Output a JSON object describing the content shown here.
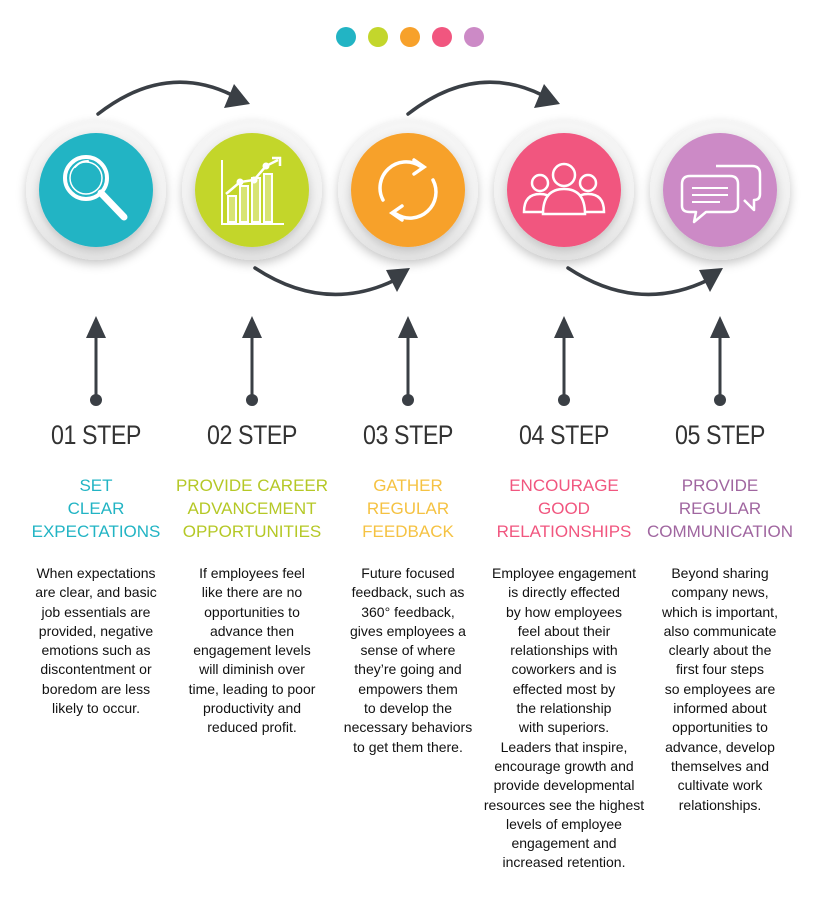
{
  "colors": {
    "teal": "#22b4c4",
    "lime": "#c3d62c",
    "orange": "#f7a12b",
    "pink": "#f1567f",
    "purple": "#cc8ac6",
    "arrow": "#3a3f45"
  },
  "dots": [
    "#22b4c4",
    "#c3d62c",
    "#f7a12b",
    "#f1567f",
    "#cc8ac6"
  ],
  "steps": [
    {
      "label": "01 STEP",
      "icon": "magnifier-icon",
      "title_lines": [
        "SET",
        "CLEAR",
        "EXPECTATIONS"
      ],
      "desc_lines": [
        "When expectations",
        "are clear, and basic",
        "job essentials are",
        "provided, negative",
        "emotions such as",
        "discontentment or",
        "boredom are less",
        "likely to occur."
      ]
    },
    {
      "label": "02 STEP",
      "icon": "bar-chart-icon",
      "title_lines": [
        "PROVIDE CAREER",
        "ADVANCEMENT",
        "OPPORTUNITIES"
      ],
      "desc_lines": [
        "If employees feel",
        "like there are no",
        "opportunities to",
        "advance then",
        "engagement levels",
        "will diminish over",
        "time, leading to poor",
        "productivity and",
        "reduced profit."
      ]
    },
    {
      "label": "03 STEP",
      "icon": "refresh-cycle-icon",
      "title_lines": [
        "GATHER",
        "REGULAR",
        "FEEDBACK"
      ],
      "desc_lines": [
        "Future focused",
        "feedback, such as",
        "360° feedback,",
        "gives employees a",
        "sense of where",
        "they’re going and",
        "empowers them",
        "to develop the",
        "necessary behaviors",
        "to get them there."
      ]
    },
    {
      "label": "04 STEP",
      "icon": "people-group-icon",
      "title_lines": [
        "ENCOURAGE",
        "GOOD",
        "RELATIONSHIPS"
      ],
      "desc_lines": [
        "Employee engagement",
        "is directly effected",
        "by how employees",
        "feel about their",
        "relationships with",
        "coworkers and is",
        "effected most by",
        "the relationship",
        "with superiors.",
        "Leaders that inspire,",
        "encourage growth and",
        "provide developmental",
        "resources see the highest",
        "levels of employee",
        "engagement and",
        "increased retention."
      ]
    },
    {
      "label": "05 STEP",
      "icon": "chat-bubbles-icon",
      "title_lines": [
        "PROVIDE",
        "REGULAR",
        "COMMUNICATION"
      ],
      "desc_lines": [
        "Beyond sharing",
        "company news,",
        "which is important,",
        "also communicate",
        "clearly about the",
        "first four steps",
        "so employees are",
        "informed about",
        "opportunities to",
        "advance, develop",
        "themselves and",
        "cultivate work",
        "relationships."
      ]
    }
  ]
}
